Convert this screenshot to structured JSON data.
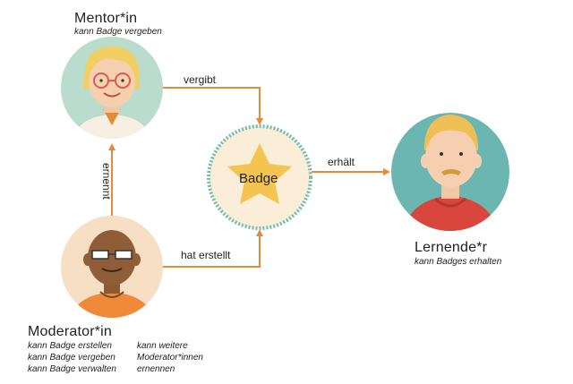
{
  "mentor": {
    "title": "Mentor*in",
    "subtitle": "kann Badge vergeben"
  },
  "moderator": {
    "title": "Moderator*in",
    "abilities_left": [
      "kann Badge erstellen",
      "kann Badge vergeben",
      "kann Badge verwalten"
    ],
    "abilities_right": [
      "kann weitere",
      "Moderator*innen",
      "ernennen"
    ]
  },
  "learner": {
    "title": "Lernende*r",
    "subtitle": "kann Badges erhalten"
  },
  "badge": {
    "label": "Badge"
  },
  "edges": {
    "awards": "vergibt",
    "appoints": "ernennt",
    "created": "hat erstellt",
    "receives": "erhält"
  },
  "colors": {
    "arrow": "#e8893a",
    "mentor_bg": "#b9dccd",
    "moderator_bg": "#f7dfc4",
    "learner_bg": "#6bb6b1",
    "badge_bg": "#fbeed8",
    "badge_ring": "#6fbcb0",
    "star": "#f4c451"
  }
}
